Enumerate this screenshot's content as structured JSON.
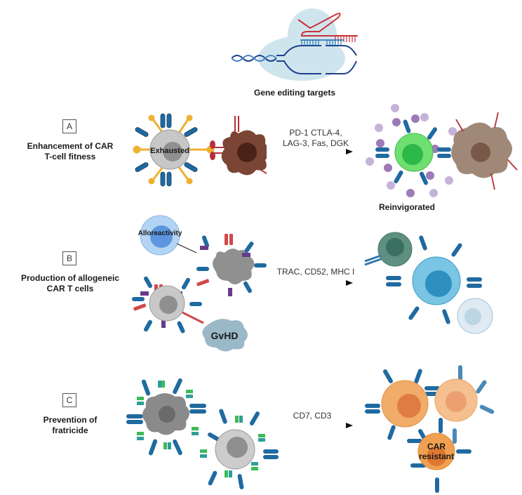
{
  "header": {
    "title": "Gene editing targets"
  },
  "colors": {
    "dna_blue": "#1f3f8f",
    "guide_red": "#c8323a",
    "cas_bubble": "#c7e2ec",
    "car_blue": "#1f6aa0",
    "checkpoint_orange": "#f0b030",
    "tumor_brown": "#7a4535",
    "receptor_red": "#b5303a",
    "reinvigorated_green": "#6fe070",
    "cytokine_purple": "#9d7ab8",
    "allo_blue": "#a9cdf0",
    "gvhd_blue": "#9ab9c8",
    "mhc_purple": "#6a3a8a",
    "tcr_red": "#d24848",
    "final_cell_blue": "#7ac4e4",
    "green_marker": "#3dbb5a",
    "teal_marker": "#2e9e98",
    "orange_cell": "#f0a860"
  },
  "sections": [
    {
      "letter": "A",
      "title_line1": "Enhancement of CAR",
      "title_line2": "T-cell fitness",
      "left_cell_label": "Exhausted",
      "arrow_line1": "PD-1 CTLA-4,",
      "arrow_line2": "LAG-3, Fas, DGK",
      "result_caption": "Reinvigorated"
    },
    {
      "letter": "B",
      "title_line1": "Production of allogeneic",
      "title_line2": "CAR T cells",
      "top_cell_label": "Alloreactivity",
      "bottom_cell_label": "GvHD",
      "arrow_line1": "TRAC, CD52, MHC I"
    },
    {
      "letter": "C",
      "title_line1": "Prevention of",
      "title_line2": "fratricide",
      "arrow_line1": "CD7, CD3",
      "result_cell_label_line1": "CAR",
      "result_cell_label_line2": "resistant"
    }
  ]
}
